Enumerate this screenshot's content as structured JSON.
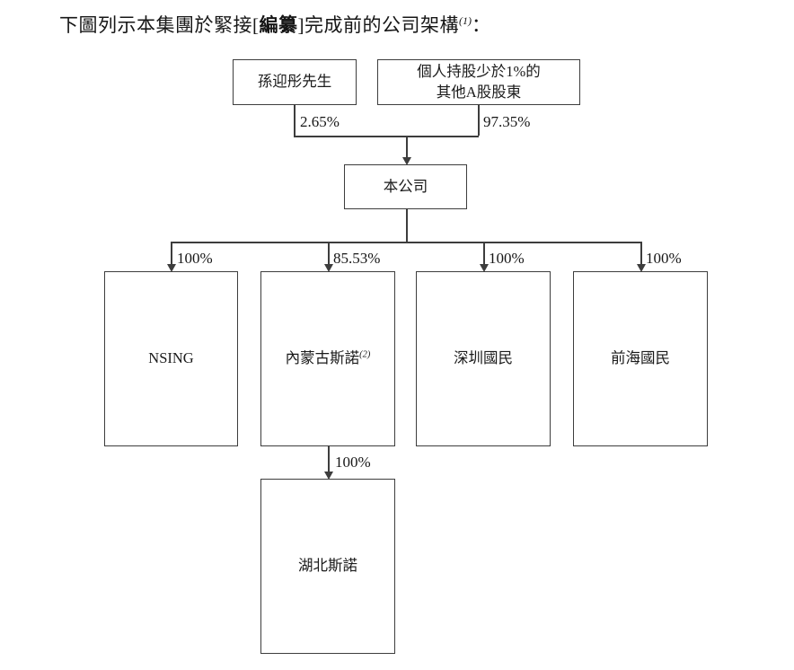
{
  "page": {
    "title": {
      "prefix": "下圖列示本集團於緊接",
      "bracket_open": "[",
      "redacted": "編纂",
      "bracket_close": "]",
      "suffix": "完成前的公司架構",
      "footnote_ref": "(1)",
      "colon": "："
    }
  },
  "diagram": {
    "type": "corporate-structure-org-chart",
    "nodes": {
      "sun": {
        "label": "孫迎彤先生"
      },
      "public_a_share": {
        "line1": "個人持股少於1%的",
        "line2": "其他A股股東"
      },
      "company": {
        "label": "本公司"
      },
      "nsing": {
        "label": "NSING"
      },
      "neimenggu_sinuo": {
        "label": "內蒙古斯諾",
        "footnote_ref": "(2)"
      },
      "shenzhen_guomin": {
        "label": "深圳國民"
      },
      "qianhai_guomin": {
        "label": "前海國民"
      },
      "hubei_sinuo": {
        "label": "湖北斯諾"
      }
    },
    "edges": {
      "sun_to_company": "2.65%",
      "public_to_company": "97.35%",
      "company_to_nsing": "100%",
      "company_to_neimenggu": "85.53%",
      "company_to_shenzhen": "100%",
      "company_to_qianhai": "100%",
      "neimenggu_to_hubei": "100%"
    }
  }
}
